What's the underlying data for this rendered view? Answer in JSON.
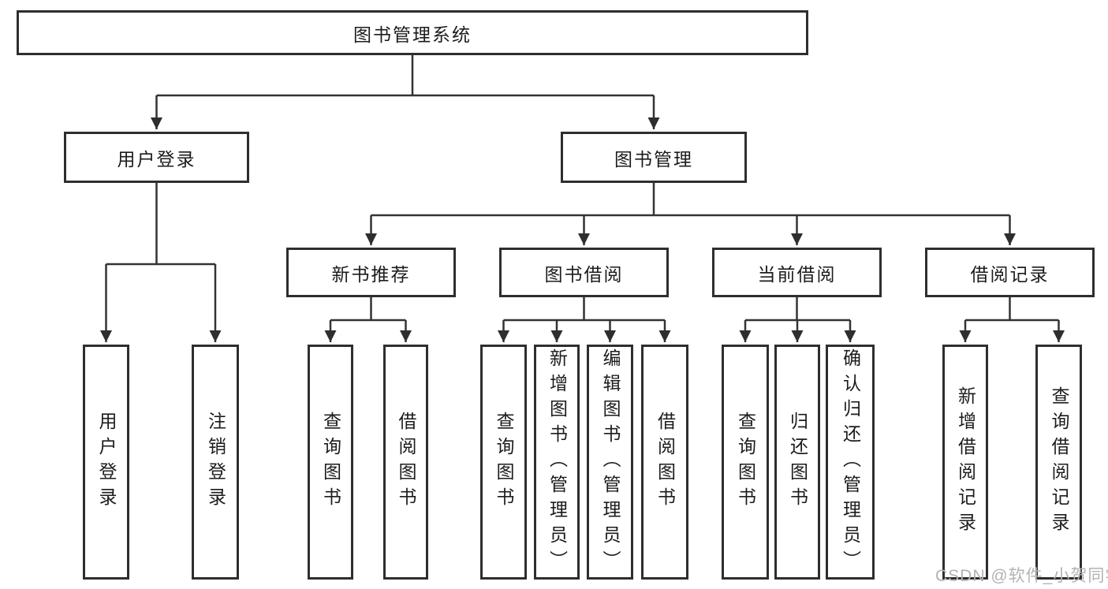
{
  "diagram": {
    "root": "图书管理系统",
    "level2": {
      "user_login": "用户登录",
      "book_mgmt": "图书管理"
    },
    "level3": {
      "new_books": "新书推荐",
      "book_borrow": "图书借阅",
      "current_borrow": "当前借阅",
      "borrow_records": "借阅记录"
    },
    "leaves": {
      "user_login_login": "用户登录",
      "user_login_logout": "注销登录",
      "new_books_query": "查询图书",
      "new_books_borrow": "借阅图书",
      "book_borrow_query": "查询图书",
      "book_borrow_add": "新增图书（管理员）",
      "book_borrow_edit": "编辑图书（管理员）",
      "book_borrow_borrow": "借阅图书",
      "current_query": "查询图书",
      "current_return": "归还图书",
      "current_confirm": "确认归还（管理员）",
      "records_add": "新增借阅记录",
      "records_query": "查询借阅记录"
    }
  },
  "watermark": "CSDN @软件_小贺同学",
  "colors": {
    "line": "#333333",
    "box_border": "#2e2e2e",
    "text": "#1c1c1c",
    "watermark": "#b3b3b3",
    "background": "#ffffff"
  }
}
